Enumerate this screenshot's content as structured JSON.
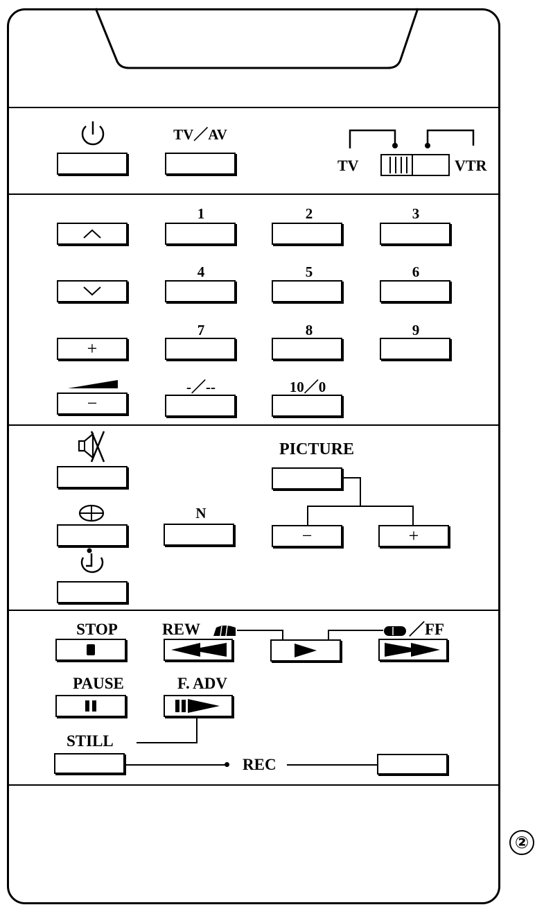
{
  "section_power": {
    "tv_av_label": "TV／AV",
    "switch_left_label": "TV",
    "switch_right_label": "VTR"
  },
  "section_channels": {
    "digits": [
      "1",
      "2",
      "3",
      "4",
      "5",
      "6",
      "7",
      "8",
      "9"
    ],
    "dash_label": "-／--",
    "ten_zero_label": "10／0",
    "plus_symbol": "+",
    "minus_symbol": "−"
  },
  "section_picture": {
    "picture_label": "PICTURE",
    "n_label": "N",
    "minus_symbol": "−",
    "plus_symbol": "+"
  },
  "section_transport": {
    "stop_label": "STOP",
    "rew_label": "REW",
    "ff_label": "／FF",
    "pause_label": "PAUSE",
    "fadv_label": "F. ADV",
    "still_label": "STILL",
    "rec_label": "REC"
  },
  "figure_number": "②"
}
